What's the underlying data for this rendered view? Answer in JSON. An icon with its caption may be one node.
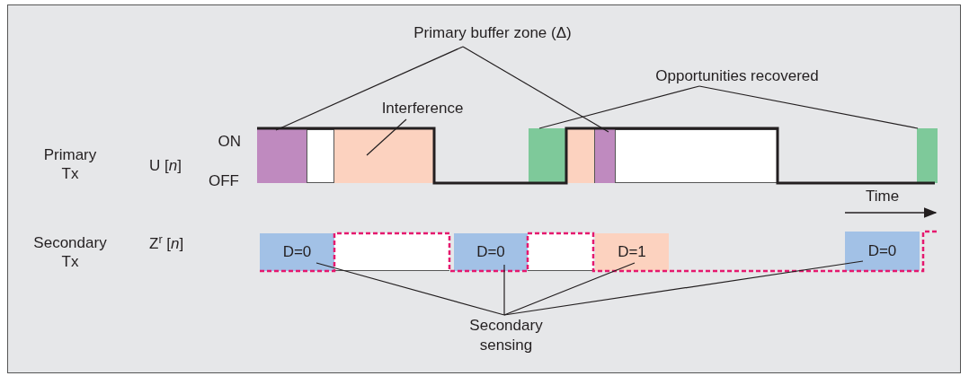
{
  "diagram": {
    "nodes": [
      {
        "text": [
          "Primary buffer zone (Δ)"
        ]
      },
      {
        "text": [
          "Interference"
        ]
      },
      {
        "text": [
          "Opportunities recovered"
        ]
      },
      {
        "text": [],
        "shape": "box"
      },
      {
        "text": [],
        "shape": "box"
      },
      {
        "text": [],
        "shape": "box"
      },
      {
        "text": [],
        "shape": "box"
      },
      {
        "text": [],
        "shape": "box"
      },
      {
        "text": [],
        "shape": "box"
      },
      {
        "text": [],
        "shape": "box"
      },
      {
        "text": [],
        "shape": "box"
      },
      {
        "text": [
          "D=0"
        ]
      },
      {
        "text": [],
        "shape": "box"
      },
      {
        "text": [
          "D=0"
        ]
      },
      {
        "text": [],
        "shape": "box"
      },
      {
        "text": [
          "D=1"
        ]
      },
      {
        "text": [
          "D=0"
        ]
      },
      {
        "text": [
          "Secondary sensing"
        ]
      }
    ],
    "edges": [
      {
        "from": 0,
        "to": 3,
        "arrow": "none"
      },
      {
        "from": 0,
        "to": 8,
        "arrow": "none"
      },
      {
        "from": 1,
        "to": 5,
        "arrow": "none"
      },
      {
        "from": 2,
        "to": 6,
        "arrow": "none"
      },
      {
        "from": 2,
        "to": 10,
        "arrow": "none"
      },
      {
        "from": 17,
        "to": 11,
        "arrow": "none"
      },
      {
        "from": 17,
        "to": 13,
        "arrow": "none"
      },
      {
        "from": 17,
        "to": 15,
        "arrow": "none"
      },
      {
        "from": 17,
        "to": 16,
        "arrow": "none"
      }
    ],
    "labels": [
      "ON",
      "Primary Tx",
      "U [*n*]",
      "OFF",
      "Time",
      "Secondary Tx",
      "Z$^{r}$ [*n*]"
    ]
  }
}
